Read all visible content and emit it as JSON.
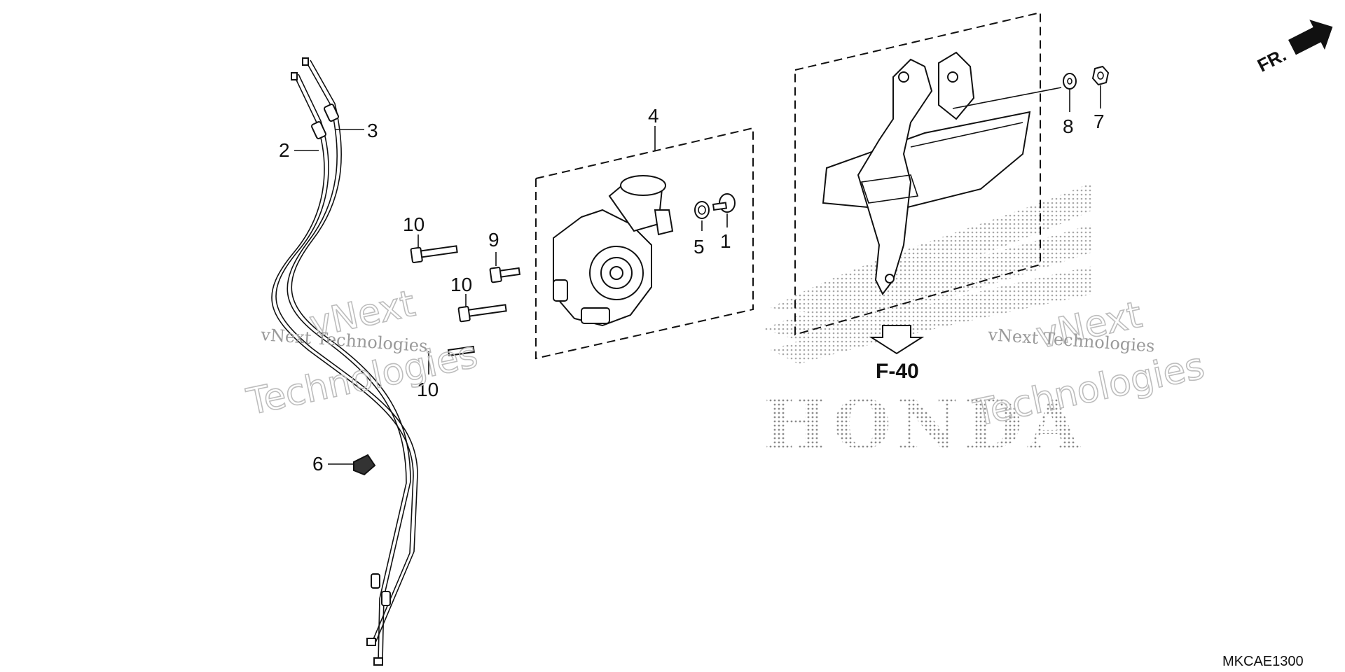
{
  "callouts": [
    "1",
    "2",
    "3",
    "4",
    "5",
    "6",
    "7",
    "8",
    "9",
    "10",
    "10",
    "10"
  ],
  "reference": {
    "label": "F-40"
  },
  "direction": {
    "label": "FR."
  },
  "diagram_code": "MKCAE1300",
  "watermarks": {
    "line1": "vNext",
    "line2": "Technologies",
    "inline": "vNext Technologies"
  },
  "logo_text": "HONDA",
  "colors": {
    "line": "#111111",
    "watermark": "#bdbdbd",
    "background": "#ffffff"
  }
}
